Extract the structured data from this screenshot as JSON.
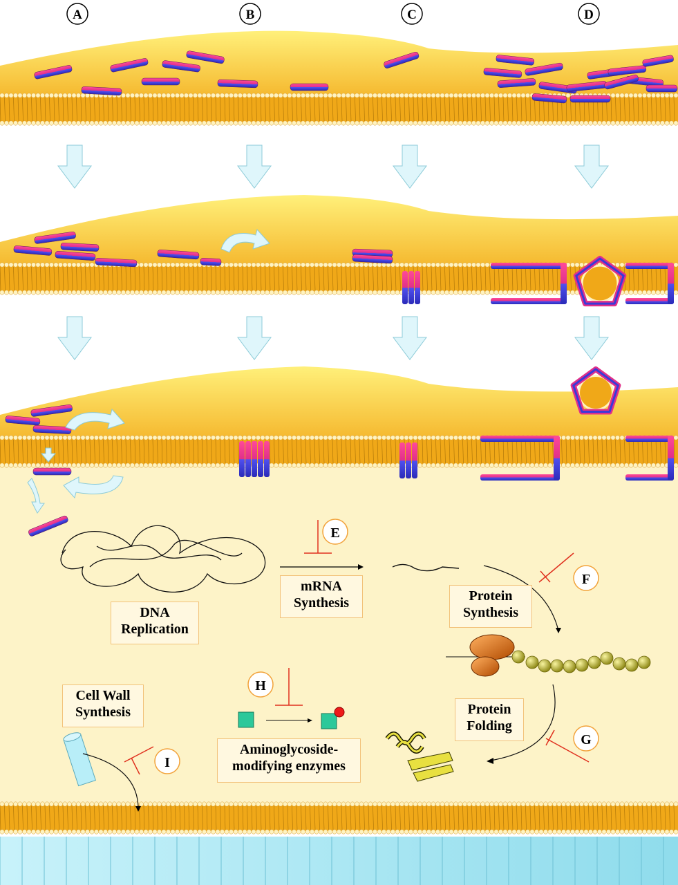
{
  "stages": [
    {
      "id": "A",
      "label": "A"
    },
    {
      "id": "B",
      "label": "B"
    },
    {
      "id": "C",
      "label": "C"
    },
    {
      "id": "D",
      "label": "D"
    }
  ],
  "targets": {
    "E": "E",
    "F": "F",
    "G": "G",
    "H": "H",
    "I": "I"
  },
  "boxes": {
    "dna_line1": "DNA",
    "dna_line2": "Replication",
    "mrna_line1": "mRNA",
    "mrna_line2": "Synthesis",
    "protein_syn_line1": "Protein",
    "protein_syn_line2": "Synthesis",
    "protein_fold_line1": "Protein",
    "protein_fold_line2": "Folding",
    "cellwall_line1": "Cell Wall",
    "cellwall_line2": "Synthesis",
    "enzymes_line1": "Aminoglycoside-",
    "enzymes_line2": "modifying enzymes"
  },
  "colors": {
    "membrane": "#f0a818",
    "head": "#fff3c0",
    "cytoplasm": "#fdf3c8",
    "peptide_a": "#ff2f8a",
    "peptide_b": "#3a3ad8",
    "arrow": "#dff6fb",
    "inhibitor": "#e0301e",
    "cellwall": "#b8eef8"
  }
}
